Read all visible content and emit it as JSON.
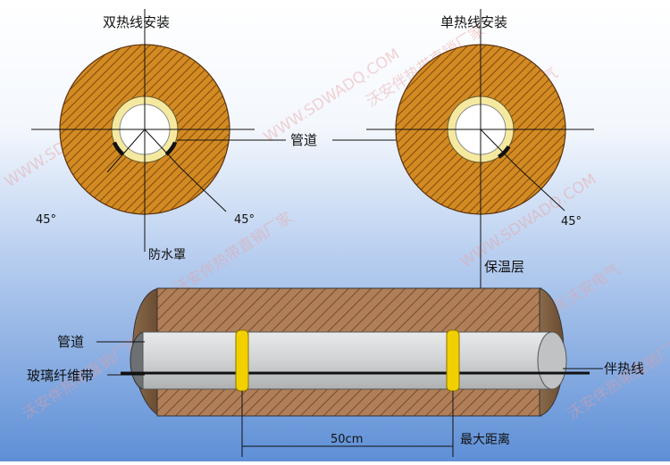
{
  "titles": {
    "double": "双热线安装",
    "single": "单热线安装"
  },
  "labels": {
    "pipe": "管道",
    "angle_left": "45°",
    "angle_mid": "45°",
    "angle_right": "45°",
    "waterproof": "防水罩",
    "insulation": "保温层",
    "pipe_lower": "管道",
    "fiberglass": "玻璃纤维带",
    "heat_trace": "伴热线",
    "spacing": "50cm",
    "max_distance": "最大距离"
  },
  "watermark": {
    "texts": [
      "WWW.SDWADQ.COM",
      "沃安伴热带直销厂家",
      "山东沃安电气"
    ]
  },
  "colors": {
    "background_top": "#ffffff",
    "background_bottom": "#5e8fd6",
    "insulation": "#d28a22",
    "insulation_hatch": "#6b3a08",
    "pipe_light": "#f4f2e8",
    "pipe_ring": "#f5e9a0",
    "jacket": "#b07e58",
    "jacket_hatch": "#5a3414",
    "lower_pipe": "#c9cbcc",
    "band": "#f2d000",
    "heat_cable": "#111111"
  }
}
